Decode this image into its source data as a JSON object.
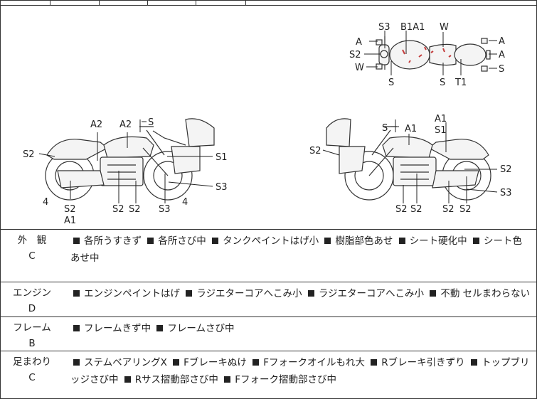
{
  "diagram": {
    "top_view_labels": {
      "s3": "S3",
      "b1a1": "B1A1",
      "w_top": "W",
      "a_left": "A",
      "s2_left": "S2",
      "w_left": "W",
      "a_right1": "A",
      "a_right2": "A",
      "s_right": "S",
      "s_bottom1": "S",
      "s_bottom2": "S",
      "t1": "T1"
    },
    "left_view_labels": {
      "a2_1": "A2",
      "a2_2": "A2",
      "s_top": "S",
      "s2_left": "S2",
      "s1": "S1",
      "s3_right": "S3",
      "four_left": "4",
      "s2_bottom1": "S2",
      "a1_bottom": "A1",
      "s2_bottom2": "S2",
      "s2_bottom3": "S2",
      "s3_bottom": "S3",
      "four_right": "4"
    },
    "right_view_labels": {
      "a1_top": "A1",
      "s1": "S1",
      "s_top": "S",
      "a1_mid": "A1",
      "s2_left": "S2",
      "s2_right": "S2",
      "s3_right": "S3",
      "s2_b1": "S2",
      "s2_b2": "S2",
      "s2_b3": "S2",
      "s2_b4": "S2"
    }
  },
  "rows": [
    {
      "category": "外　観",
      "grade": "C",
      "items": [
        "各所うすきず",
        "各所さび中",
        "タンクペイントはげ小",
        "樹脂部色あせ",
        "シート硬化中",
        "シート色あせ中"
      ]
    },
    {
      "category": "エンジン",
      "grade": "D",
      "items": [
        "エンジンペイントはげ",
        "ラジエターコアへこみ小",
        "ラジエターコアへこみ小",
        "不動 セルまわらない"
      ]
    },
    {
      "category": "フレーム",
      "grade": "B",
      "items": [
        "フレームきず中",
        "フレームさび中"
      ]
    },
    {
      "category": "足まわり",
      "grade": "C",
      "items": [
        "ステムベアリングX",
        "Fブレーキぬけ",
        "Fフォークオイルもれ大",
        "Rブレーキ引きずり",
        "トップブリッジさび中",
        "Rサス摺動部さび中",
        "Fフォーク摺動部さび中"
      ]
    }
  ]
}
